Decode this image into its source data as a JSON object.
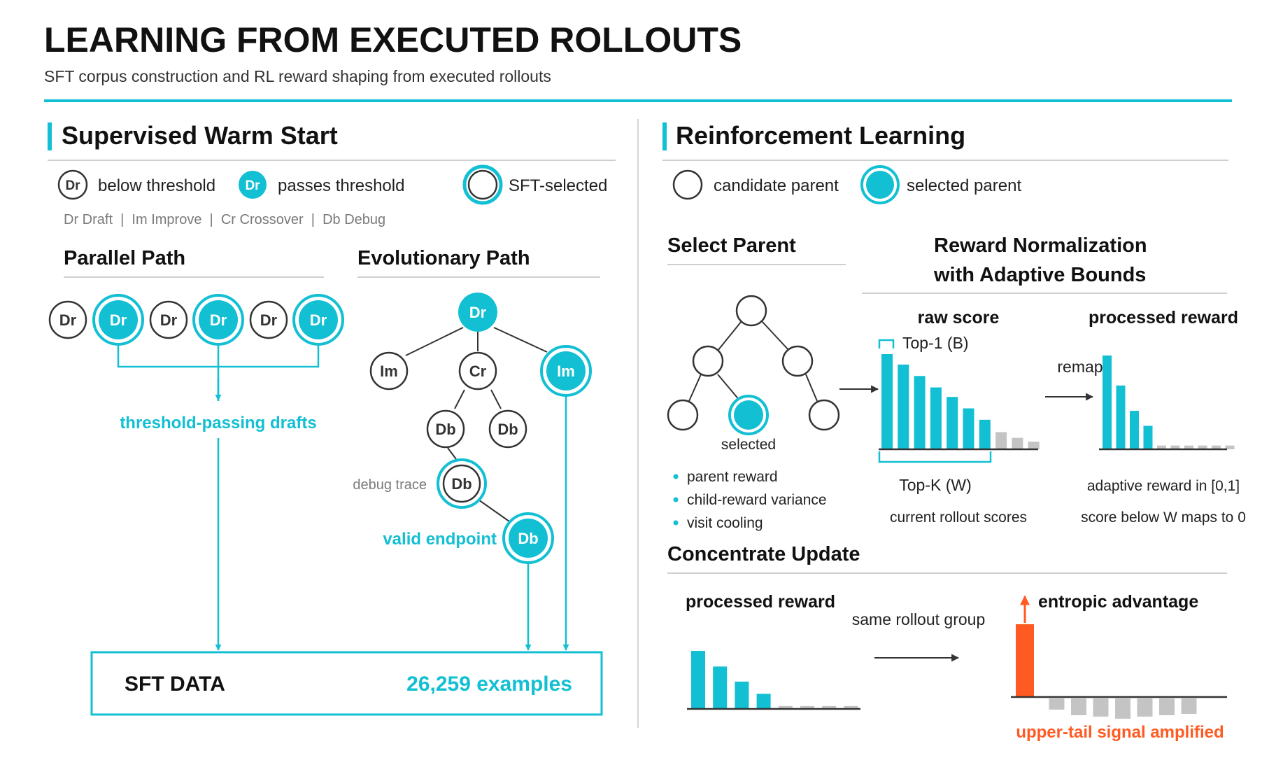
{
  "header": {
    "title": "LEARNING FROM EXECUTED ROLLOUTS",
    "subtitle": "SFT corpus construction and RL reward shaping from executed rollouts"
  },
  "colors": {
    "accent": "#12bfd3",
    "orange": "#ff5a22",
    "gray_bar": "#c4c4c4",
    "dark": "#333333"
  },
  "sft": {
    "heading": "Supervised Warm Start",
    "legend": {
      "below": "below threshold",
      "passes": "passes threshold",
      "selected": "SFT-selected",
      "icon_label": "Dr"
    },
    "abbreviations": "Dr Draft  |  Im Improve  |  Cr Crossover  |  Db Debug",
    "parallel": {
      "heading": "Parallel Path",
      "nodes": [
        {
          "label": "Dr",
          "state": "below"
        },
        {
          "label": "Dr",
          "state": "selected"
        },
        {
          "label": "Dr",
          "state": "below"
        },
        {
          "label": "Dr",
          "state": "selected"
        },
        {
          "label": "Dr",
          "state": "below"
        },
        {
          "label": "Dr",
          "state": "selected"
        }
      ],
      "caption": "threshold-passing drafts"
    },
    "evolutionary": {
      "heading": "Evolutionary Path",
      "nodes": {
        "root": "Dr",
        "im_left": "Im",
        "cr": "Cr",
        "im_right": "Im",
        "db_left": "Db",
        "db_right": "Db",
        "db_trace": "Db",
        "db_end": "Db"
      },
      "debug_trace": "debug trace",
      "valid_endpoint": "valid endpoint"
    },
    "data_box": {
      "label": "SFT DATA",
      "count": "26,259 examples"
    }
  },
  "rl": {
    "heading": "Reinforcement Learning",
    "legend": {
      "candidate": "candidate parent",
      "selected": "selected parent"
    },
    "select_parent": {
      "heading": "Select Parent",
      "selected_label": "selected",
      "bullets": [
        "parent reward",
        "child-reward variance",
        "visit cooling"
      ]
    },
    "normalization": {
      "heading_line1": "Reward Normalization",
      "heading_line2": "with Adaptive Bounds",
      "raw": {
        "title": "raw score",
        "top1": "Top-1 (B)",
        "topk": "Top-K (W)",
        "caption": "current rollout scores",
        "bars": [
          1.0,
          0.89,
          0.77,
          0.65,
          0.55,
          0.43,
          0.31,
          0.18,
          0.12,
          0.08
        ],
        "highlight_count": 7
      },
      "remap": "remap",
      "processed": {
        "title": "processed reward",
        "caption1": "adaptive reward in [0,1]",
        "caption2": "score below W maps to 0",
        "bars": [
          1.0,
          0.68,
          0.41,
          0.25,
          0.04,
          0.04,
          0.04,
          0.04,
          0.04,
          0.04
        ],
        "highlight_count": 4
      }
    },
    "concentrate": {
      "heading": "Concentrate Update",
      "processed_title": "processed reward",
      "same_group": "same rollout group",
      "entropic_title": "entropic advantage",
      "amplified": "upper-tail signal amplified",
      "processed_bars": [
        1.0,
        0.73,
        0.47,
        0.26,
        0.05,
        0.05,
        0.05,
        0.05
      ],
      "processed_highlight": 4,
      "advantage_bars": [
        1.0,
        -0.16,
        -0.24,
        -0.26,
        -0.29,
        -0.26,
        -0.24,
        -0.22
      ]
    }
  }
}
